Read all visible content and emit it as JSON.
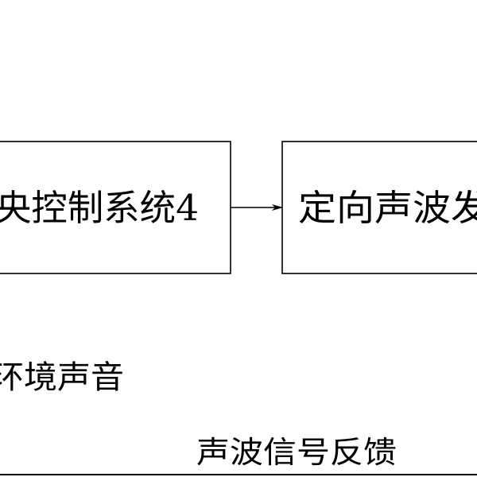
{
  "nodes": {
    "control_system": {
      "label": "央控制系统4"
    },
    "directional_sound": {
      "label": "定向声波发"
    }
  },
  "labels": {
    "ambient_sound": "环境声音",
    "signal_feedback": "声波信号反馈"
  },
  "colors": {
    "stroke": "#000000",
    "background": "#ffffff"
  }
}
